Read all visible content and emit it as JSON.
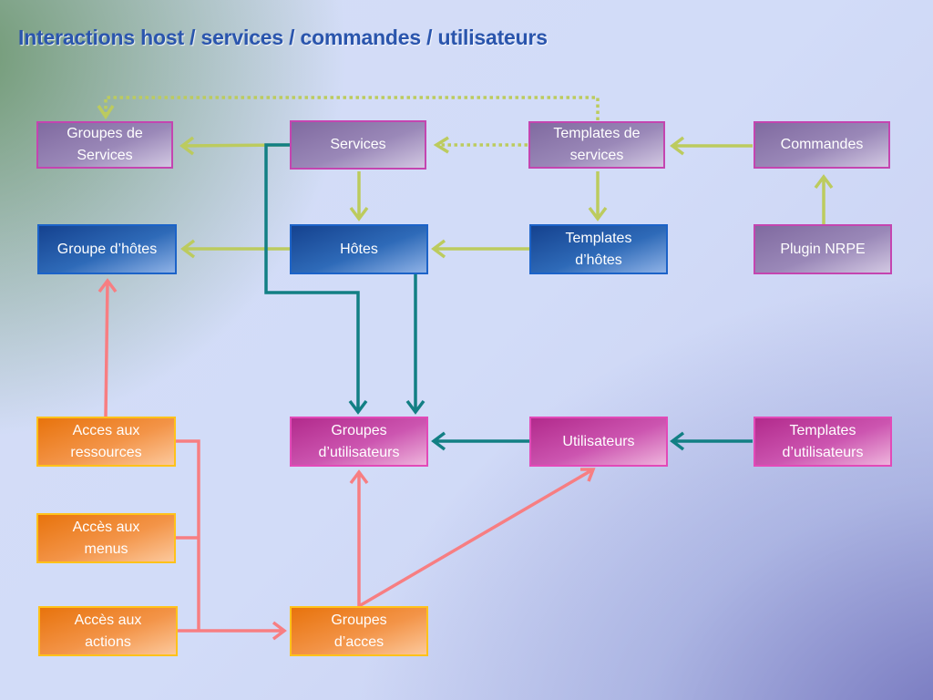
{
  "title": "Interactions host / services / commandes / utilisateurs",
  "boxes": {
    "groupes_services": "Groupes de\nServices",
    "services": "Services",
    "templates_services": "Templates de\nservices",
    "commandes": "Commandes",
    "groupe_hotes": "Groupe d’hôtes",
    "hotes": "Hôtes",
    "templates_hotes": "Templates\nd’hôtes",
    "plugin_nrpe": "Plugin NRPE",
    "acces_ressources": "Acces aux\nressources",
    "groupes_utilisateurs": "Groupes\nd’utilisateurs",
    "utilisateurs": "Utilisateurs",
    "templates_utilisateurs": "Templates\nd’utilisateurs",
    "acces_menus": "Accès aux\nmenus",
    "acces_actions": "Accès aux\nactions",
    "groupes_acces": "Groupes\nd’acces"
  },
  "colors": {
    "green_arrow": "#bccb5e",
    "teal_arrow": "#127f84",
    "salmon_arrow": "#f77e82",
    "title": "#2a55ad"
  }
}
